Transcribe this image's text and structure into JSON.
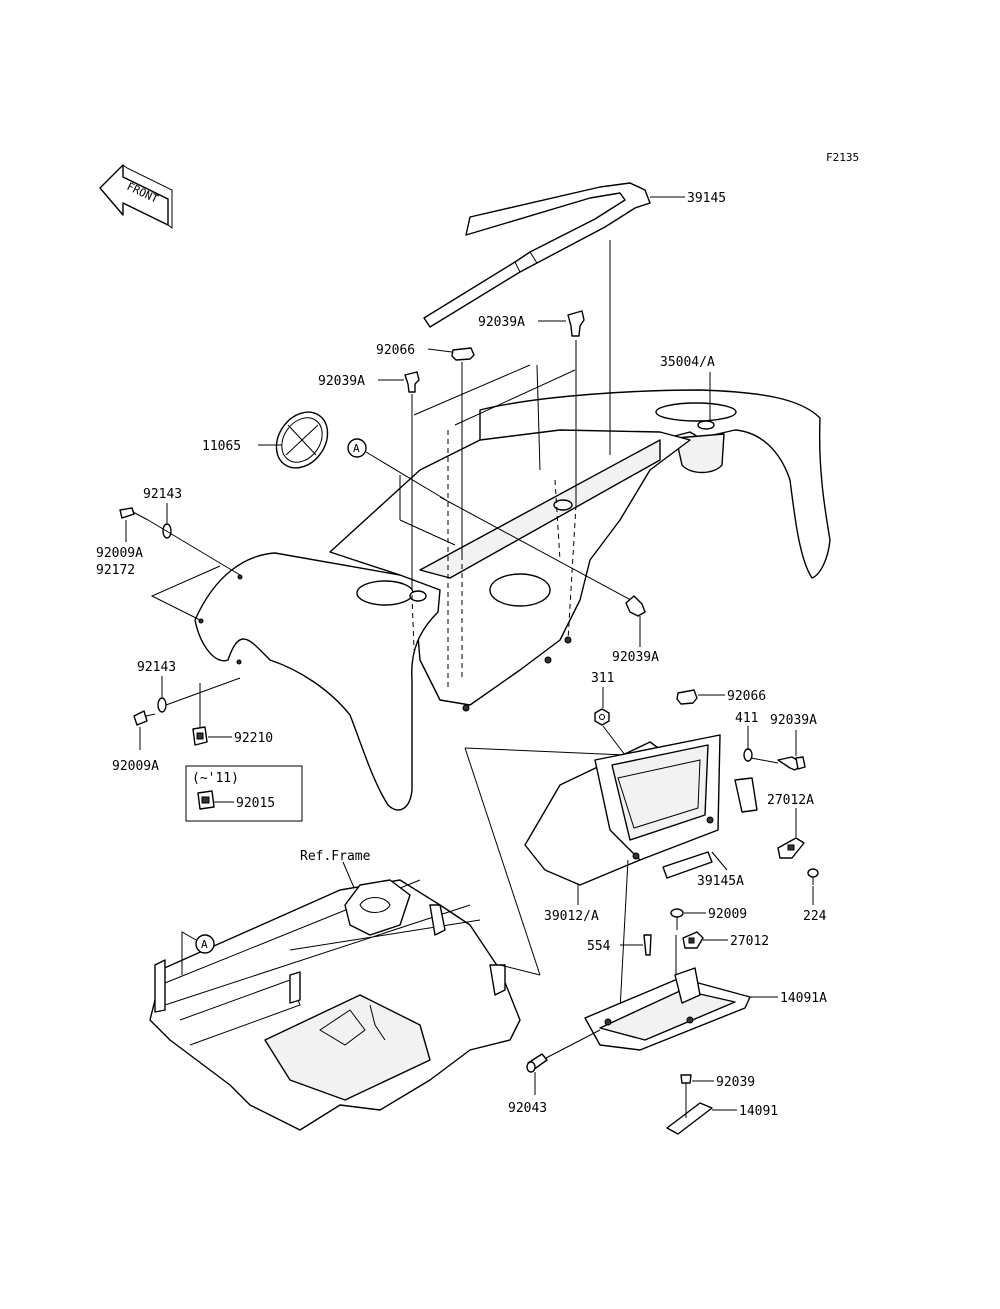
{
  "figure_code": "F2135",
  "front_arrow": {
    "text": "FRONT"
  },
  "ref_frame": "Ref.Frame",
  "callout_a": "A",
  "range_note": "(~'11)",
  "parts": {
    "p39145": "39145",
    "p92039A_top": "92039A",
    "p92066_top": "92066",
    "p35004A": "35004/A",
    "p92039A_left": "92039A",
    "p11065": "11065",
    "p92143_top": "92143",
    "p92009A_top": "92009A",
    "p92172": "92172",
    "p92039A_mid": "92039A",
    "p92143_bot": "92143",
    "p92009A_bot": "92009A",
    "p92210": "92210",
    "p92015": "92015",
    "p311": "311",
    "p92066_box": "92066",
    "p411": "411",
    "p92039A_box": "92039A",
    "p27012A": "27012A",
    "p39145A": "39145A",
    "p224": "224",
    "p39012A": "39012/A",
    "p92009": "92009",
    "p554": "554",
    "p27012": "27012",
    "p14091A": "14091A",
    "p92039": "92039",
    "p92043": "92043",
    "p14091": "14091"
  }
}
